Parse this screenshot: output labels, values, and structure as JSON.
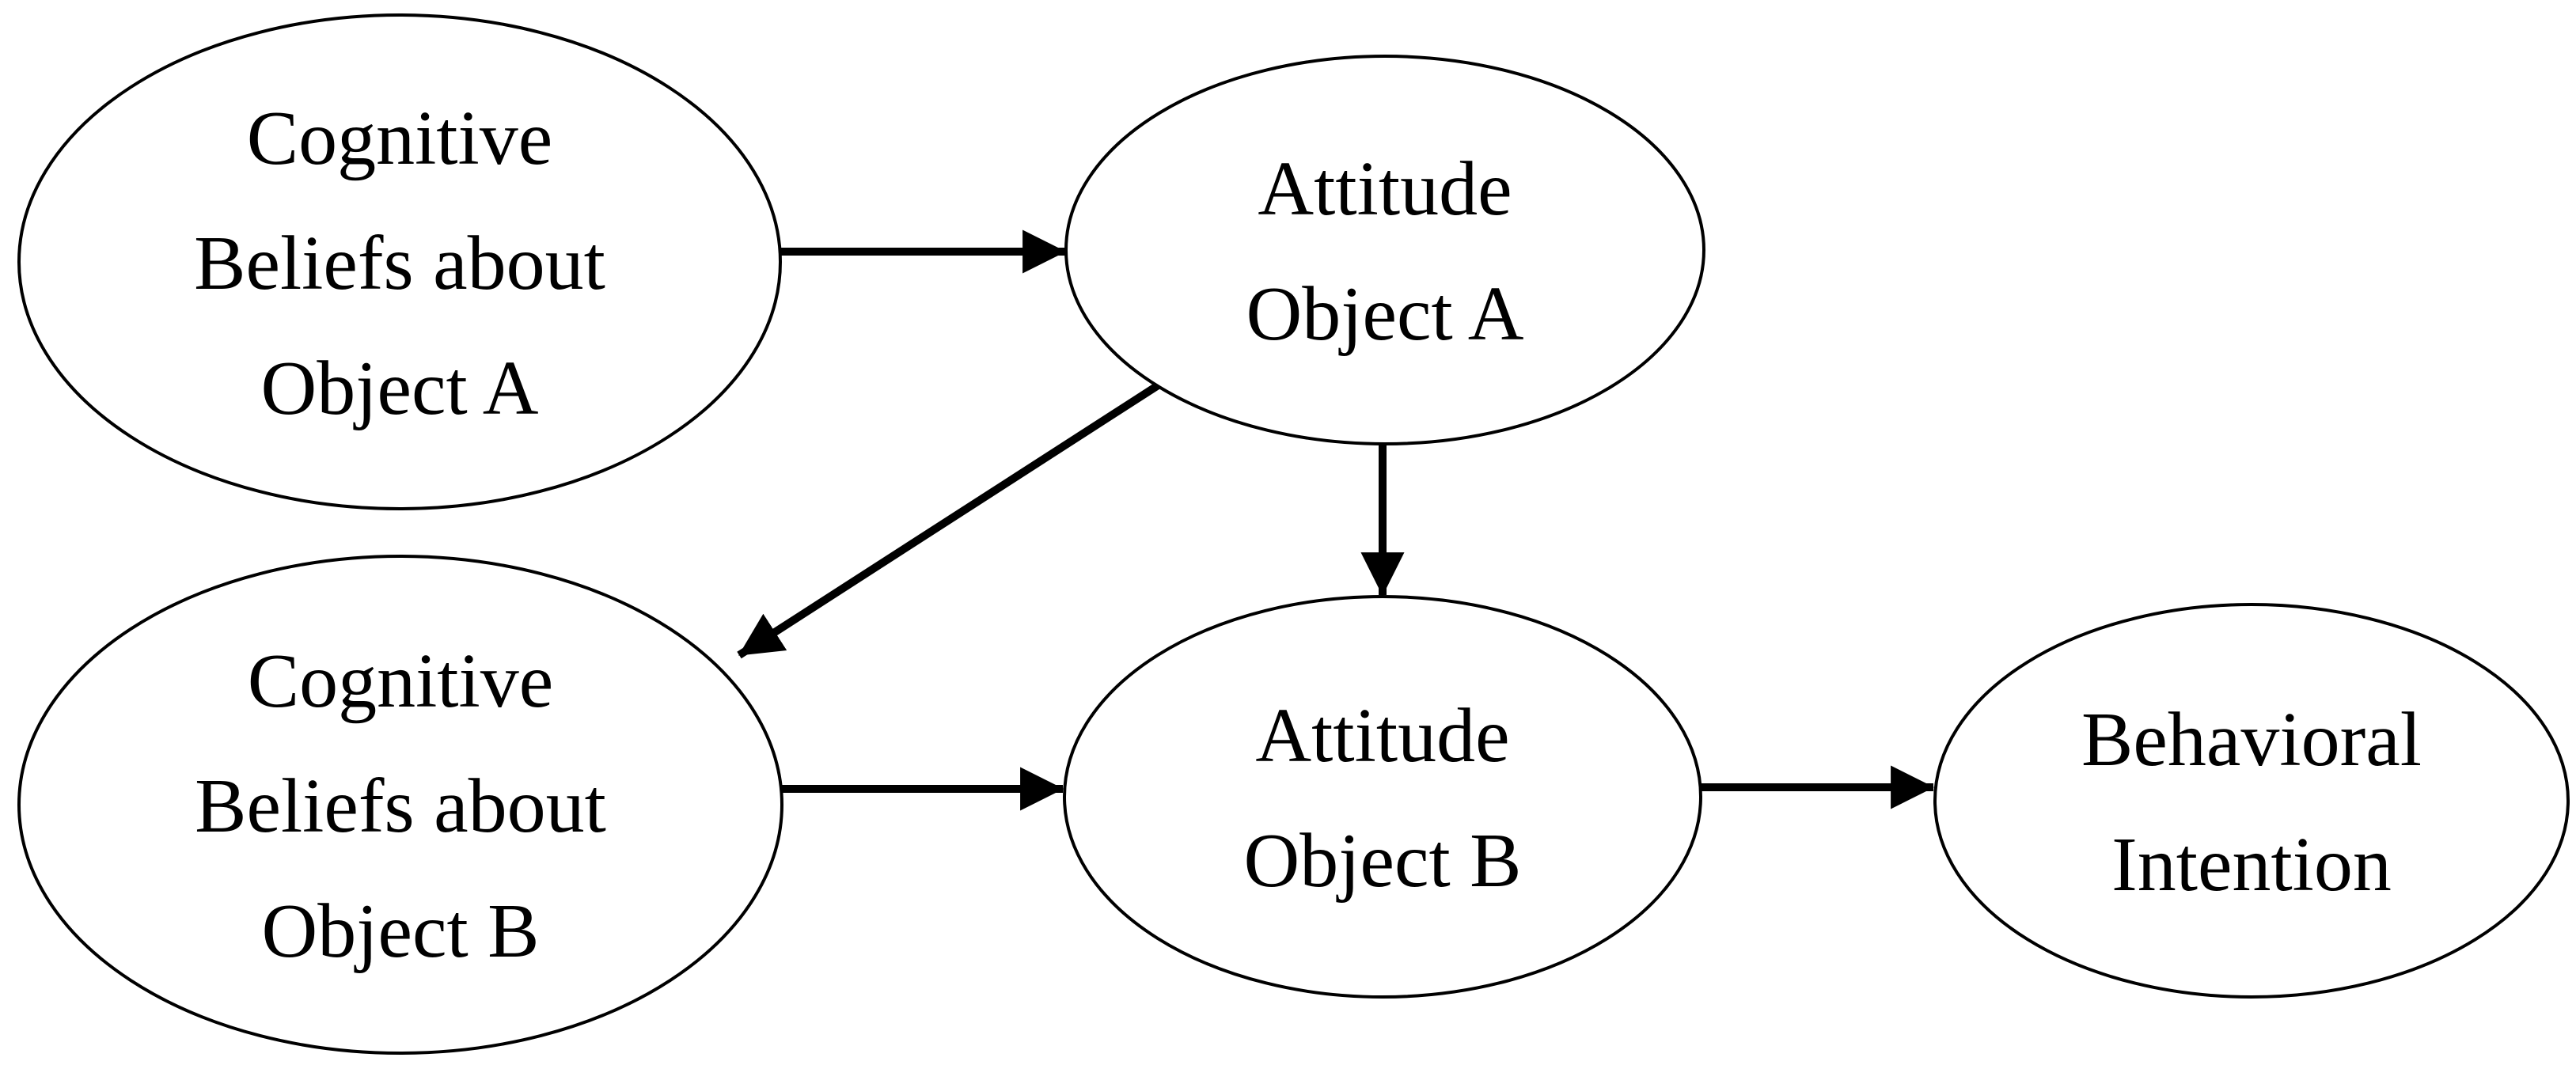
{
  "diagram": {
    "background_color": "#ffffff",
    "stroke_color": "#000000",
    "node_fill_color": "#ffffff",
    "nodes": [
      {
        "id": "cognitive-beliefs-a",
        "label": "Cognitive Beliefs about Object A",
        "lines": [
          "Cognitive",
          "Beliefs about",
          "Object A"
        ]
      },
      {
        "id": "attitude-a",
        "label": "Attitude Object A",
        "lines": [
          "Attitude",
          "Object A"
        ]
      },
      {
        "id": "cognitive-beliefs-b",
        "label": "Cognitive Beliefs about Object B",
        "lines": [
          "Cognitive",
          "Beliefs about",
          "Object B"
        ]
      },
      {
        "id": "attitude-b",
        "label": "Attitude Object B",
        "lines": [
          "Attitude",
          "Object B"
        ]
      },
      {
        "id": "behavioral-intention",
        "label": "Behavioral Intention",
        "lines": [
          "Behavioral",
          "Intention"
        ]
      }
    ],
    "edges": [
      {
        "from": "cognitive-beliefs-a",
        "to": "attitude-a",
        "style": "arrow"
      },
      {
        "from": "attitude-a",
        "to": "cognitive-beliefs-b",
        "style": "arrow"
      },
      {
        "from": "attitude-a",
        "to": "attitude-b",
        "style": "arrow"
      },
      {
        "from": "cognitive-beliefs-b",
        "to": "attitude-b",
        "style": "arrow"
      },
      {
        "from": "attitude-b",
        "to": "behavioral-intention",
        "style": "arrow"
      }
    ]
  }
}
